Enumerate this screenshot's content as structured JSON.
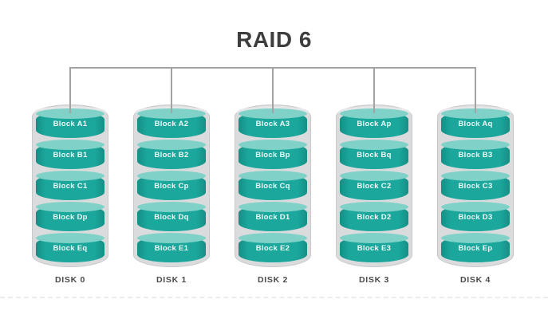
{
  "title": "RAID 6",
  "colors": {
    "teal_body": "#1ba79c",
    "teal_top": "#80d2c9",
    "capsule": "#d9dbdc",
    "capsule_border": "#c7c9cb",
    "connector": "#a3a3a3",
    "title_text": "#3e3e3e",
    "disk_label_text": "#4a4a4a",
    "block_text": "#eef9f7"
  },
  "disks": [
    {
      "label": "DISK 0",
      "blocks": [
        "Block A1",
        "Block B1",
        "Block C1",
        "Block Dp",
        "Block Eq"
      ]
    },
    {
      "label": "DISK 1",
      "blocks": [
        "Block A2",
        "Block B2",
        "Block Cp",
        "Block Dq",
        "Block E1"
      ]
    },
    {
      "label": "DISK 2",
      "blocks": [
        "Block A3",
        "Block Bp",
        "Block Cq",
        "Block D1",
        "Block E2"
      ]
    },
    {
      "label": "DISK 3",
      "blocks": [
        "Block Ap",
        "Block Bq",
        "Block C2",
        "Block D2",
        "Block E3"
      ]
    },
    {
      "label": "DISK 4",
      "blocks": [
        "Block Aq",
        "Block B3",
        "Block C3",
        "Block D3",
        "Block Ep"
      ]
    }
  ]
}
